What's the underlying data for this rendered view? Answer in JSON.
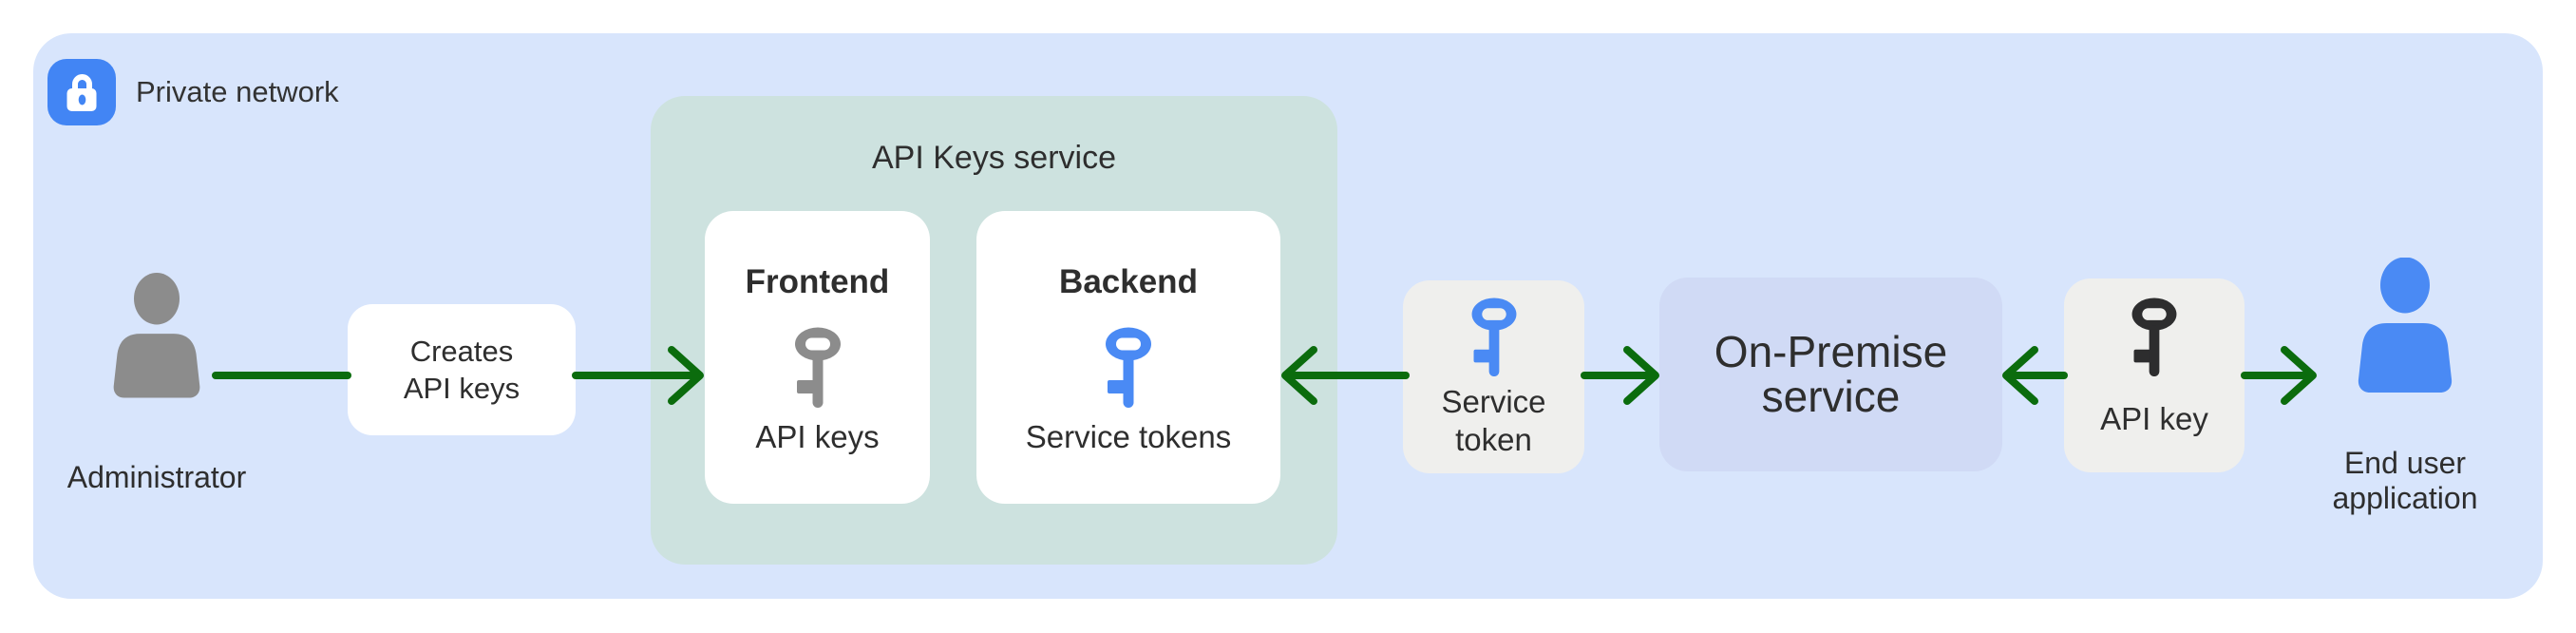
{
  "private_network": {
    "label": "Private network"
  },
  "nodes": {
    "administrator": {
      "label": "Administrator"
    },
    "creates_api_keys": {
      "line1": "Creates",
      "line2": "API keys"
    },
    "api_keys_service": {
      "title": "API Keys service",
      "frontend": {
        "title": "Frontend",
        "subtitle": "API keys"
      },
      "backend": {
        "title": "Backend",
        "subtitle": "Service tokens"
      }
    },
    "service_token": {
      "line1": "Service",
      "line2": "token"
    },
    "on_premise": {
      "line1": "On-Premise",
      "line2": "service"
    },
    "api_key": {
      "label": "API key"
    },
    "end_user": {
      "line1": "End user",
      "line2": "application"
    }
  },
  "icons": {
    "lock": "lock-icon",
    "key_gray": "key-icon-gray",
    "key_blue": "key-icon-blue",
    "key_dark": "key-icon-dark",
    "person_gray": "administrator-person-icon",
    "person_blue": "end-user-person-icon"
  },
  "colors": {
    "panel_bg": "#d8e5fc",
    "service_group_bg": "#cde2df",
    "on_premise_bg": "#d0daf5",
    "token_box_bg": "#efefed",
    "card_bg": "#ffffff",
    "arrow_green": "#0b6c0d",
    "badge_blue": "#4285f4",
    "icon_blue": "#4a8af4",
    "icon_gray": "#8c8c8c",
    "icon_dark": "#2d2d2e",
    "text": "#2e2e2e"
  }
}
